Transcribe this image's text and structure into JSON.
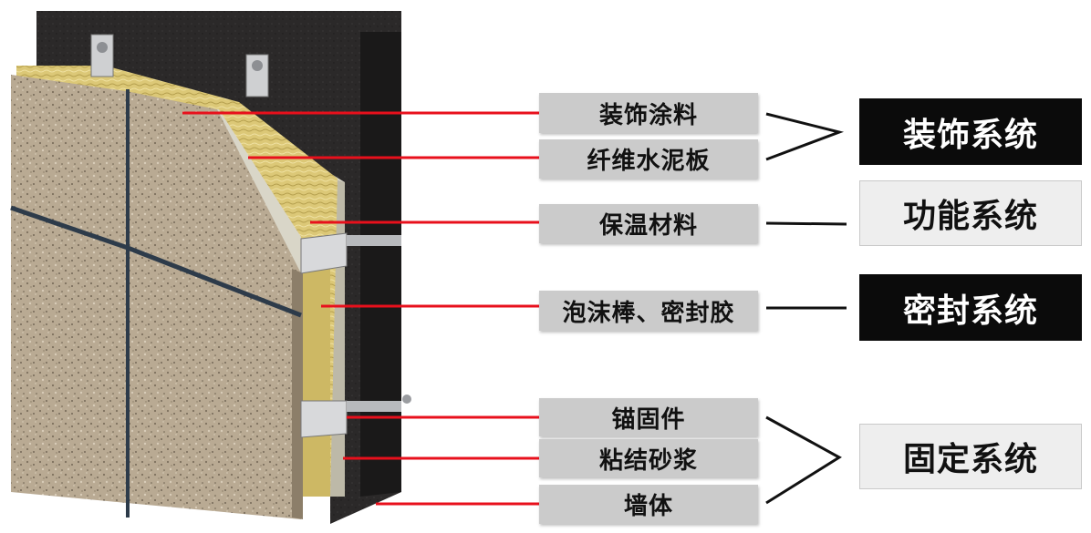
{
  "components": [
    {
      "label": "装饰涂料"
    },
    {
      "label": "纤维水泥板"
    },
    {
      "label": "保温材料"
    },
    {
      "label": "泡沫棒、密封胶"
    },
    {
      "label": "锚固件"
    },
    {
      "label": "粘结砂浆"
    },
    {
      "label": "墙体"
    }
  ],
  "systems": [
    {
      "label": "装饰系统",
      "style": "dark"
    },
    {
      "label": "功能系统",
      "style": "light"
    },
    {
      "label": "密封系统",
      "style": "dark"
    },
    {
      "label": "固定系统",
      "style": "light"
    }
  ],
  "colors": {
    "leader_line": "#e8101c",
    "connector": "#111111",
    "wall": "#2a2828",
    "stone_panel": "#b5a58e",
    "insulation": "#d9c678",
    "label_bg": "#cbcbcb"
  }
}
